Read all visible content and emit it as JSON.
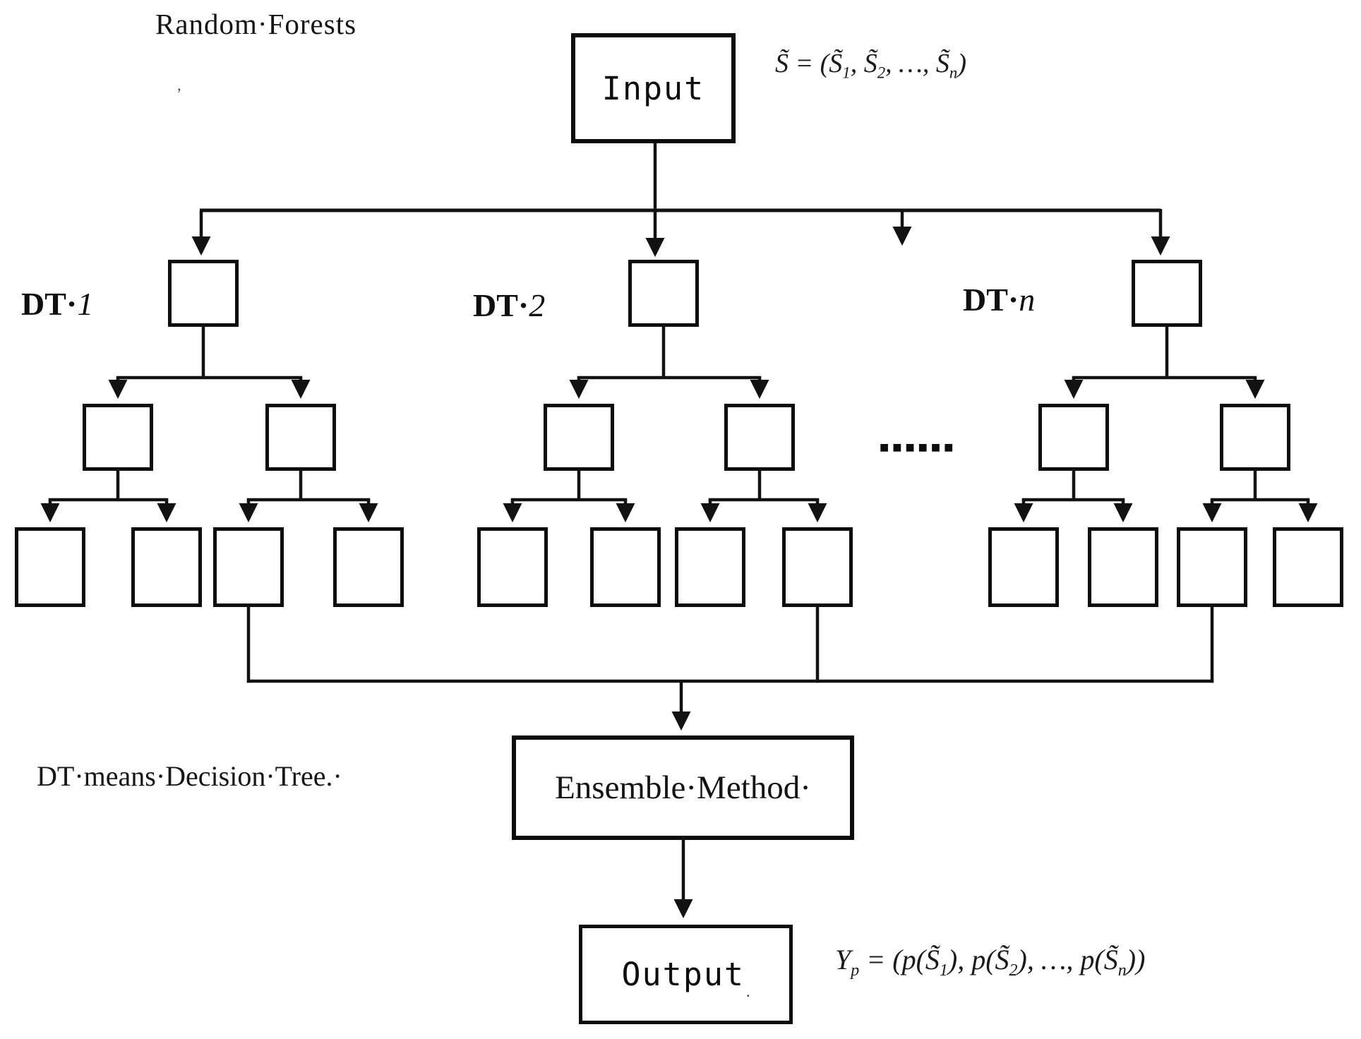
{
  "title": "Random·Forests",
  "artifacts": {
    "title_mark": "’",
    "output_dot": "."
  },
  "formulas": {
    "input_set": "S̃ = (S̃_1, S̃_2, …, S̃_n)",
    "output_set": "Y_p = (p(S̃_1), p(S̃_2), …, p(S̃_n))"
  },
  "nodes": {
    "input": "Input",
    "ensemble": "Ensemble·Method·",
    "output": "Output"
  },
  "trees": [
    {
      "prefix": "DT·",
      "index": "1"
    },
    {
      "prefix": "DT·",
      "index": "2"
    },
    {
      "prefix": "DT·",
      "index": "n"
    }
  ],
  "ellipsis": "■■■■■■",
  "note": "DT·means·Decision·Tree.·",
  "colors": {
    "line": "#121212",
    "text": "#111111",
    "background": "#ffffff"
  }
}
